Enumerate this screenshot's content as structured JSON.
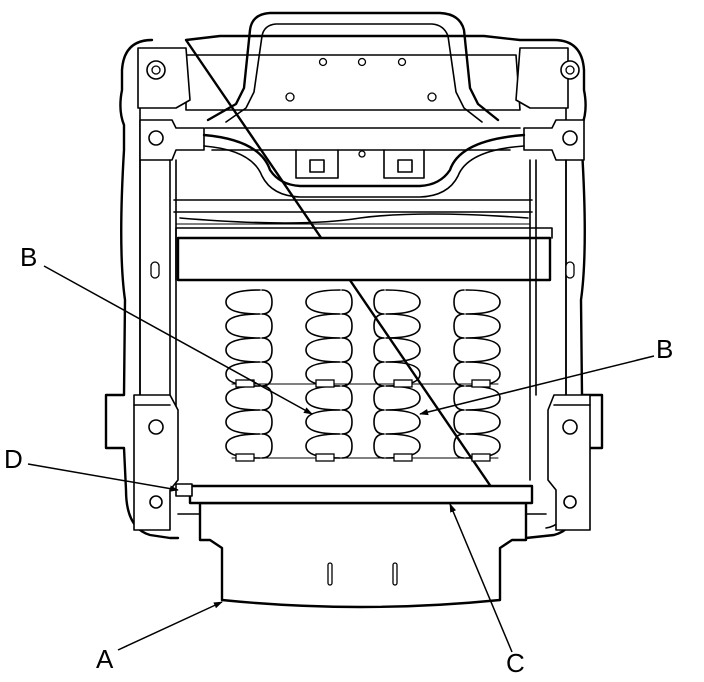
{
  "callouts": {
    "a": "A",
    "b1": "B",
    "b2": "B",
    "c": "C",
    "d": "D"
  },
  "colors": {
    "line": "#000000",
    "background": "#ffffff"
  }
}
